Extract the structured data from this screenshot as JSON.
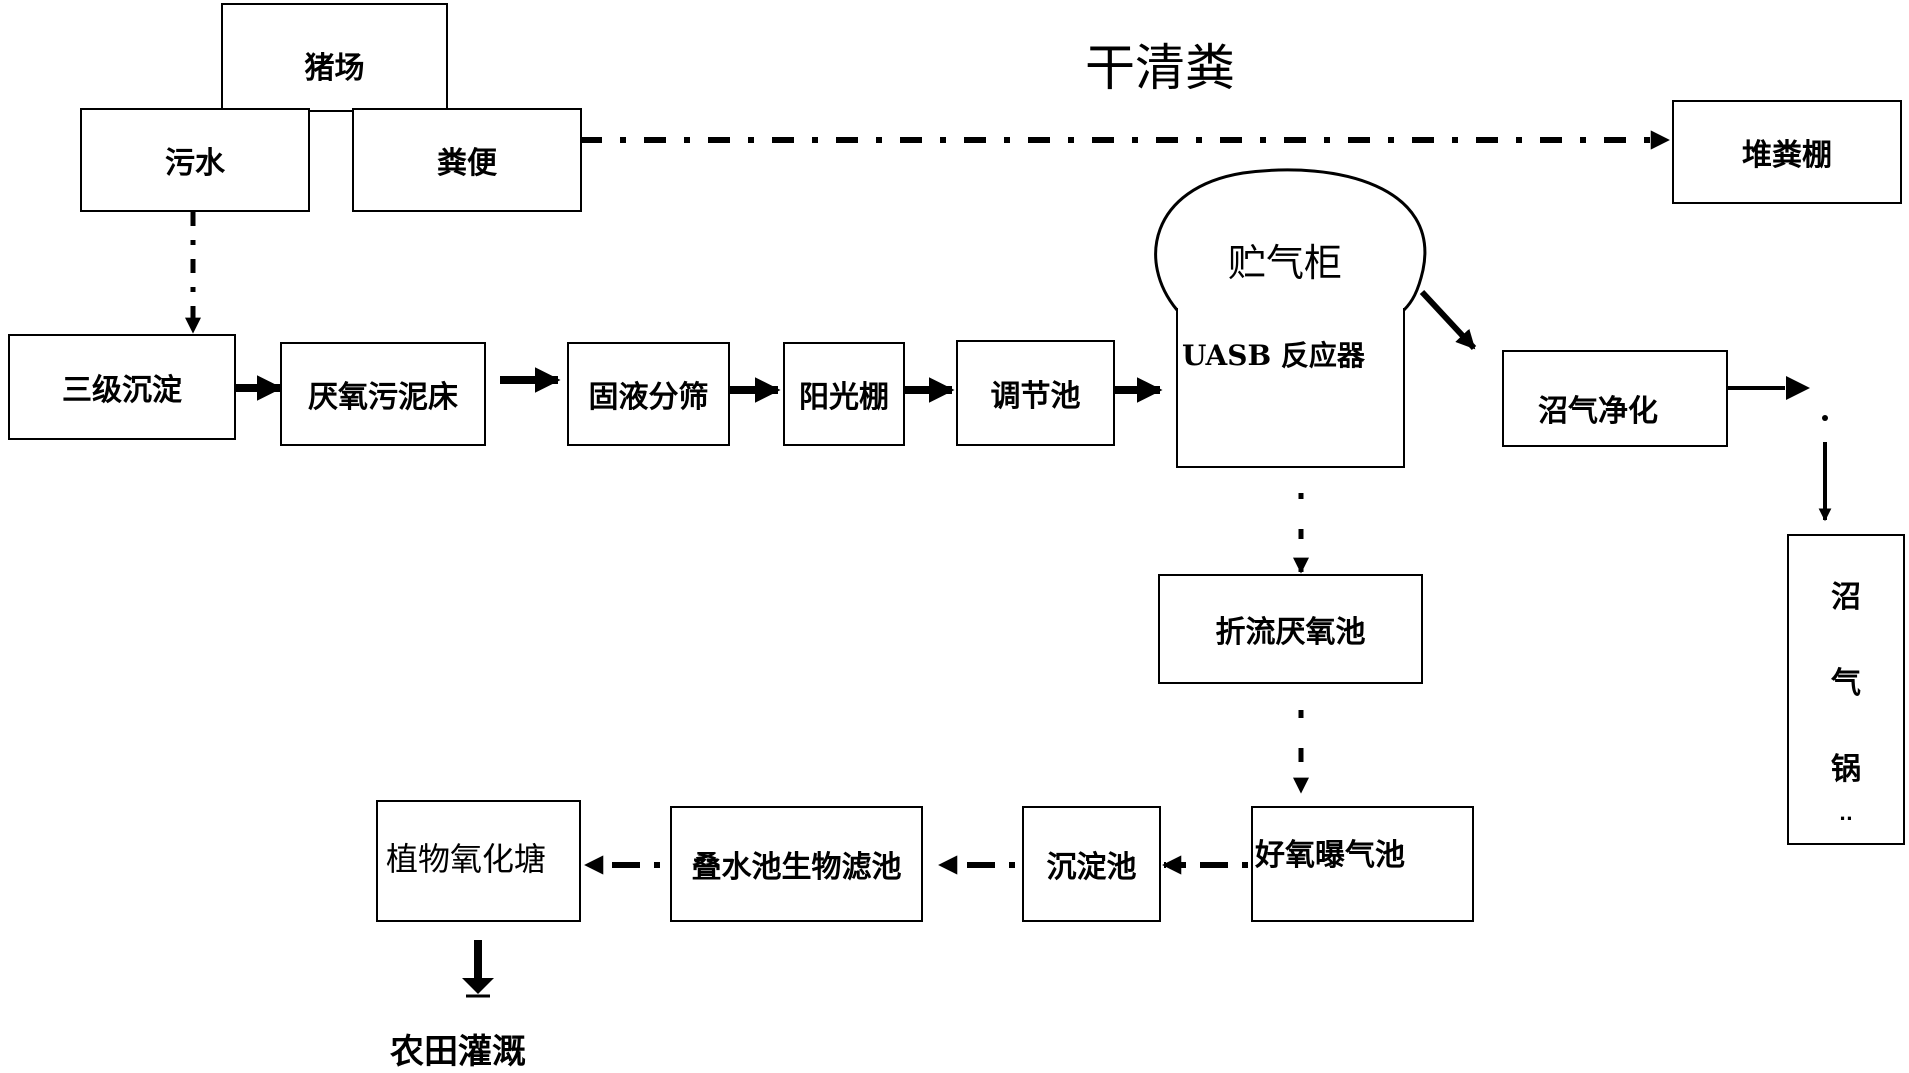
{
  "diagram": {
    "title": "干清粪",
    "nodes": {
      "pig_farm": "猪场",
      "sewage": "污水",
      "manure": "粪便",
      "manure_shed": "堆粪棚",
      "three_stage_settling": "三级沉淀",
      "anaerobic_sludge_bed": "厌氧污泥床",
      "solid_liquid_screen": "固液分筛",
      "sun_shed": "阳光棚",
      "regulating_tank": "调节池",
      "gas_holder": "贮气柜",
      "uasb_reactor": "UASB 反应器",
      "biogas_purification": "沼气净化",
      "biogas_boiler": [
        "沼",
        "气",
        "锅",
        ".."
      ],
      "baffled_anaerobic_tank": "折流厌氧池",
      "aerobic_aeration_tank": "好氧曝气池",
      "settling_tank": "沉淀池",
      "cascade_biofilter": "叠水池生物滤池",
      "plant_oxidation_pond": "植物氧化塘",
      "farmland_irrigation": "农田灌溉"
    }
  }
}
